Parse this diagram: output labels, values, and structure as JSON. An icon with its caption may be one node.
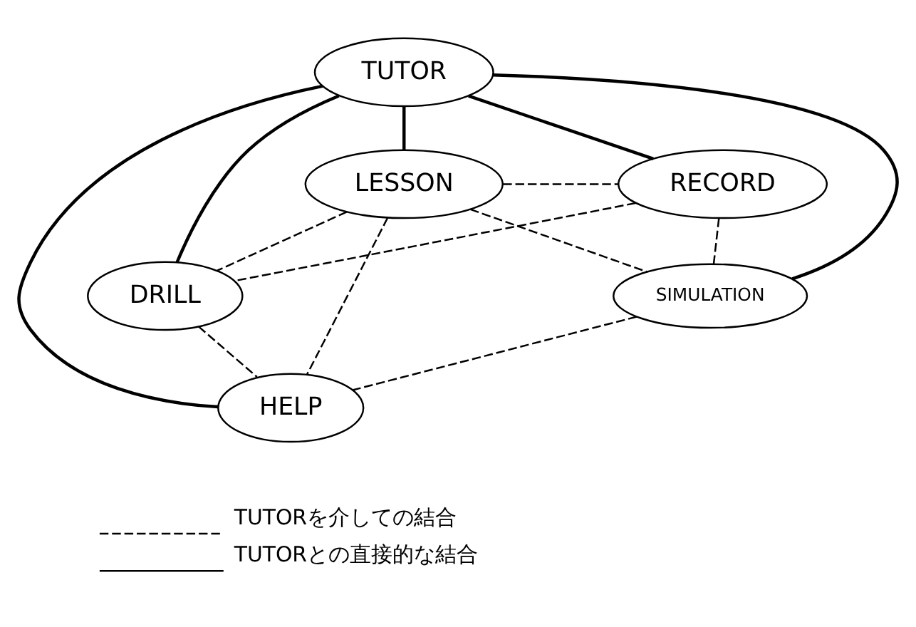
{
  "diagram": {
    "nodes": [
      {
        "text": [
          "TUTOR"
        ]
      },
      {
        "text": [
          "LESSON"
        ]
      },
      {
        "text": [
          "RECORD"
        ]
      },
      {
        "text": [
          "DRILL"
        ]
      },
      {
        "text": [
          "SIMULATION"
        ]
      },
      {
        "text": [
          "HELP"
        ]
      }
    ],
    "edges": [
      {
        "from": 0,
        "to": 1,
        "arrow": "none"
      },
      {
        "from": 0,
        "to": 2,
        "arrow": "none"
      },
      {
        "from": 0,
        "to": 3,
        "arrow": "none"
      },
      {
        "from": 0,
        "to": 4,
        "arrow": "none"
      },
      {
        "from": 0,
        "to": 5,
        "arrow": "none"
      },
      {
        "from": 1,
        "to": 2,
        "arrow": "none",
        "style": "dashed"
      },
      {
        "from": 1,
        "to": 3,
        "arrow": "none",
        "style": "dashed"
      },
      {
        "from": 1,
        "to": 4,
        "arrow": "none",
        "style": "dashed"
      },
      {
        "from": 1,
        "to": 5,
        "arrow": "none",
        "style": "dashed"
      },
      {
        "from": 2,
        "to": 3,
        "arrow": "none",
        "style": "dashed"
      },
      {
        "from": 2,
        "to": 4,
        "arrow": "none",
        "style": "dashed"
      },
      {
        "from": 3,
        "to": 5,
        "arrow": "none",
        "style": "dashed"
      },
      {
        "from": 4,
        "to": 5,
        "arrow": "none",
        "style": "dashed"
      }
    ],
    "legend": [
      {
        "text": "TUTORを介しての結合"
      },
      {
        "text": "TUTORとの直接的な結合"
      }
    ]
  }
}
